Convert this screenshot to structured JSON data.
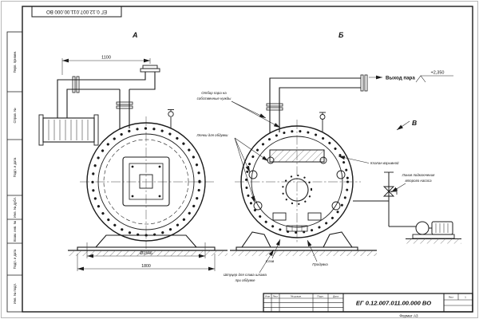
{
  "doc": {
    "number": "ЕГ 0.12.007.011.00.000  ВО",
    "format_label": "Формат А3"
  },
  "margin_labels": [
    "Перв. примен.",
    "Справ. №",
    "Подп. и дата",
    "Инв. № дубл.",
    "Взам. инв. №",
    "Подп. и дата",
    "Инв. № подл."
  ],
  "view_labels": {
    "a": "А",
    "b": "Б",
    "v": "В"
  },
  "dimensions": {
    "pipe_span": "1100",
    "vessel_diameter": "Ø1546",
    "base_width": "1800",
    "outlet_level": "+2,350"
  },
  "annotations": {
    "steam_outlet": "Выход пара",
    "steam_tap_line1": "Отбор пара на",
    "steam_tap_line2": "собственные нужды",
    "soot_hatches": "Лючки для обдувки",
    "explosion_valve": "Клапан взрывной",
    "pump_line_line1": "Линия подключения",
    "pump_line_line2": "второго насоса",
    "drain": "Слив",
    "blowdown": "Продувка",
    "sludge_line1": "Штуцер для слива шлама",
    "sludge_line2": "при обдувке"
  },
  "title_block": {
    "headers": [
      "Изм",
      "Лист",
      "№ докум.",
      "Подп.",
      "Дата"
    ],
    "doc_number": "ЕГ 0.12.007.011.00.000  ВО",
    "sheet_label": "Лист",
    "sheet_value": "1"
  }
}
